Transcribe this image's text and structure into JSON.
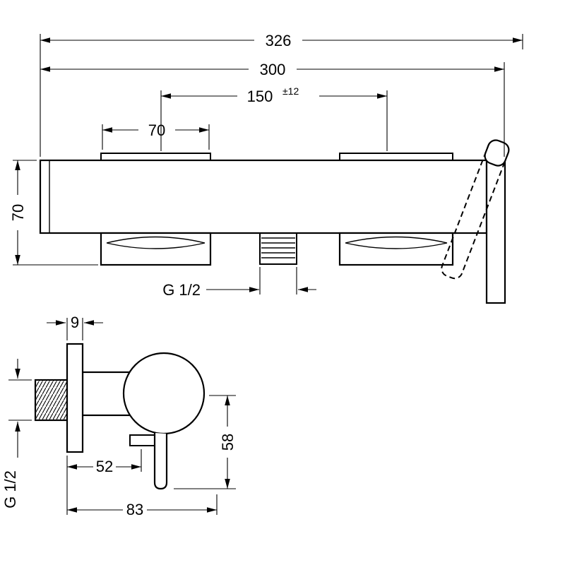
{
  "canvas": {
    "background": "#ffffff",
    "line_color": "#000000"
  },
  "front_view": {
    "dim_overall_width": "326",
    "dim_body_width": "300",
    "dim_hose_centers": "150",
    "dim_hose_centers_tolerance": "±12",
    "dim_escutcheon_width": "70",
    "dim_body_height": "70",
    "thread_label": "G 1/2"
  },
  "side_view": {
    "dim_plate_thickness": "9",
    "dim_wall_to_lever": "52",
    "dim_total_depth": "83",
    "dim_lever_drop": "58",
    "thread_label": "G 1/2"
  }
}
